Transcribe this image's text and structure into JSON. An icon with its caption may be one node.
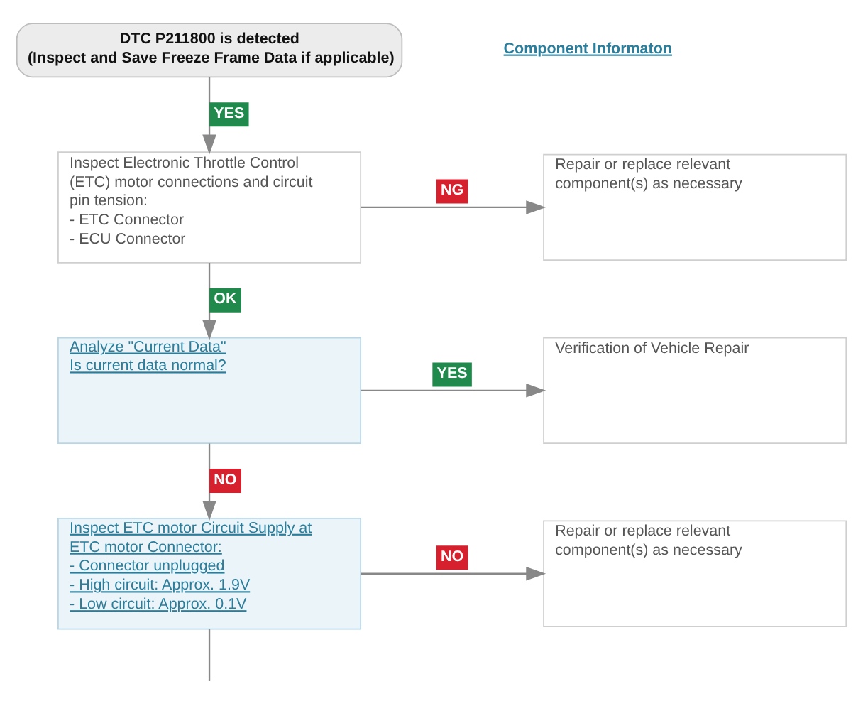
{
  "diagram": {
    "nodes": [
      {
        "text": [
          "DTC P211800 is detected",
          "(Inspect and Save Freeze Frame Data if applicable)"
        ]
      },
      {
        "text": [
          "Inspect Electronic Throttle Control (ETC) motor connections and circuit pin tension:",
          "- ETC Connector",
          "- ECU Connector"
        ]
      },
      {
        "text": [
          "Repair or replace relevant component(s) as necessary"
        ]
      },
      {
        "text": [
          "Analyze \"Current Data\"",
          "Is current data normal?"
        ]
      },
      {
        "text": [
          "Verification of Vehicle Repair"
        ]
      },
      {
        "text": [
          "Inspect ETC motor Circuit Supply at ETC motor Connector:",
          "- Connector unplugged",
          "- High circuit: Approx. 1.9V",
          "- Low circuit: Approx. 0.1V"
        ]
      },
      {
        "text": [
          "Repair or replace relevant component(s) as necessary"
        ]
      }
    ],
    "edges": [
      {
        "from": 0,
        "to": 1,
        "arrow": "to",
        "label": "YES"
      },
      {
        "from": 1,
        "to": 2,
        "arrow": "to",
        "label": "NG"
      },
      {
        "from": 1,
        "to": 3,
        "arrow": "to",
        "label": "OK"
      },
      {
        "from": 3,
        "to": 4,
        "arrow": "to",
        "label": "YES"
      },
      {
        "from": 3,
        "to": 5,
        "arrow": "to",
        "label": "NO"
      },
      {
        "from": 5,
        "to": 6,
        "arrow": "to",
        "label": "NO"
      },
      {
        "from": 5,
        "to": null,
        "arrow": "none"
      }
    ],
    "labels": [
      "Component Informaton"
    ]
  }
}
